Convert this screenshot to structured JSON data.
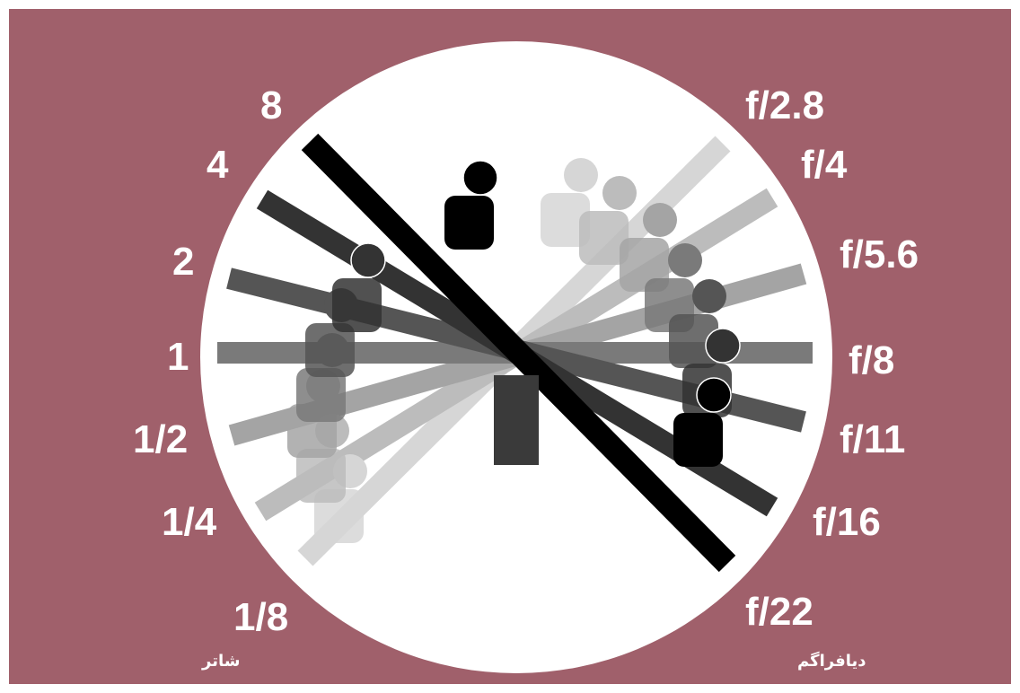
{
  "shutter_label": "شاتر",
  "aperture_label": "دیافراگم",
  "shutter_values": [
    "8",
    "4",
    "2",
    "1",
    "1/2",
    "1/4",
    "1/8"
  ],
  "aperture_values": [
    "f/2.8",
    "f/4",
    "f/5.6",
    "f/8",
    "f/11",
    "f/16",
    "f/22"
  ],
  "colors": {
    "background": "#a0606b",
    "circle": "#ffffff",
    "text": "#ffffff"
  }
}
